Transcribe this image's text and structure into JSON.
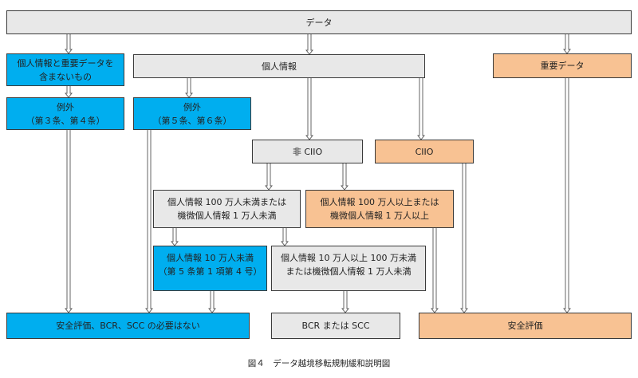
{
  "diagram": {
    "nodes": {
      "data": {
        "lines": [
          "データ"
        ],
        "color": "gray"
      },
      "no_personal": {
        "lines": [
          "個人情報と重要データを",
          "含まないもの"
        ],
        "color": "blue"
      },
      "personal": {
        "lines": [
          "個人情報"
        ],
        "color": "gray"
      },
      "important": {
        "lines": [
          "重要データ"
        ],
        "color": "orange"
      },
      "exception_34": {
        "lines": [
          "例外",
          "（第３条、第４条）"
        ],
        "color": "blue"
      },
      "exception_56": {
        "lines": [
          "例外",
          "（第５条、第６条）"
        ],
        "color": "blue"
      },
      "non_ciio": {
        "lines": [
          "非 CIIO"
        ],
        "color": "gray"
      },
      "ciio": {
        "lines": [
          "CIIO"
        ],
        "color": "orange"
      },
      "under_1m": {
        "lines": [
          "個人情報 100 万人未満または",
          "機微個人情報 1 万人未満"
        ],
        "color": "gray"
      },
      "over_1m": {
        "lines": [
          "個人情報 100 万人以上または",
          "機微個人情報 1 万人以上"
        ],
        "color": "orange"
      },
      "under_100k": {
        "lines": [
          "個人情報 10 万人未満",
          "（第 5 条第 1 項第 4 号）"
        ],
        "color": "blue"
      },
      "between": {
        "lines": [
          "個人情報 10 万人以上 100 万未満",
          "または機微個人情報 1 万人未満"
        ],
        "color": "gray"
      },
      "no_need": {
        "lines": [
          "安全評価、BCR、SCC の必要はない"
        ],
        "color": "blue"
      },
      "bcr_scc": {
        "lines": [
          "BCR または SCC"
        ],
        "color": "gray"
      },
      "security_assessment": {
        "lines": [
          "安全評価"
        ],
        "color": "orange"
      }
    },
    "edges": [
      [
        "data",
        "no_personal"
      ],
      [
        "data",
        "personal"
      ],
      [
        "data",
        "important"
      ],
      [
        "no_personal",
        "exception_34"
      ],
      [
        "personal",
        "exception_56"
      ],
      [
        "personal",
        "non_ciio"
      ],
      [
        "personal",
        "ciio"
      ],
      [
        "exception_34",
        "no_need"
      ],
      [
        "exception_56",
        "no_need"
      ],
      [
        "non_ciio",
        "under_1m"
      ],
      [
        "non_ciio",
        "over_1m"
      ],
      [
        "under_1m",
        "under_100k"
      ],
      [
        "under_1m",
        "between"
      ],
      [
        "under_100k",
        "no_need"
      ],
      [
        "between",
        "bcr_scc"
      ],
      [
        "over_1m",
        "security_assessment"
      ],
      [
        "ciio",
        "security_assessment"
      ],
      [
        "important",
        "security_assessment"
      ]
    ],
    "colors": {
      "gray": "#e8e8e8",
      "blue": "#00aeef",
      "orange": "#f8c293",
      "border": "#3a3a3a",
      "arrow": "#555555"
    }
  },
  "caption": "図４　データ越境移転規制緩和説明図"
}
